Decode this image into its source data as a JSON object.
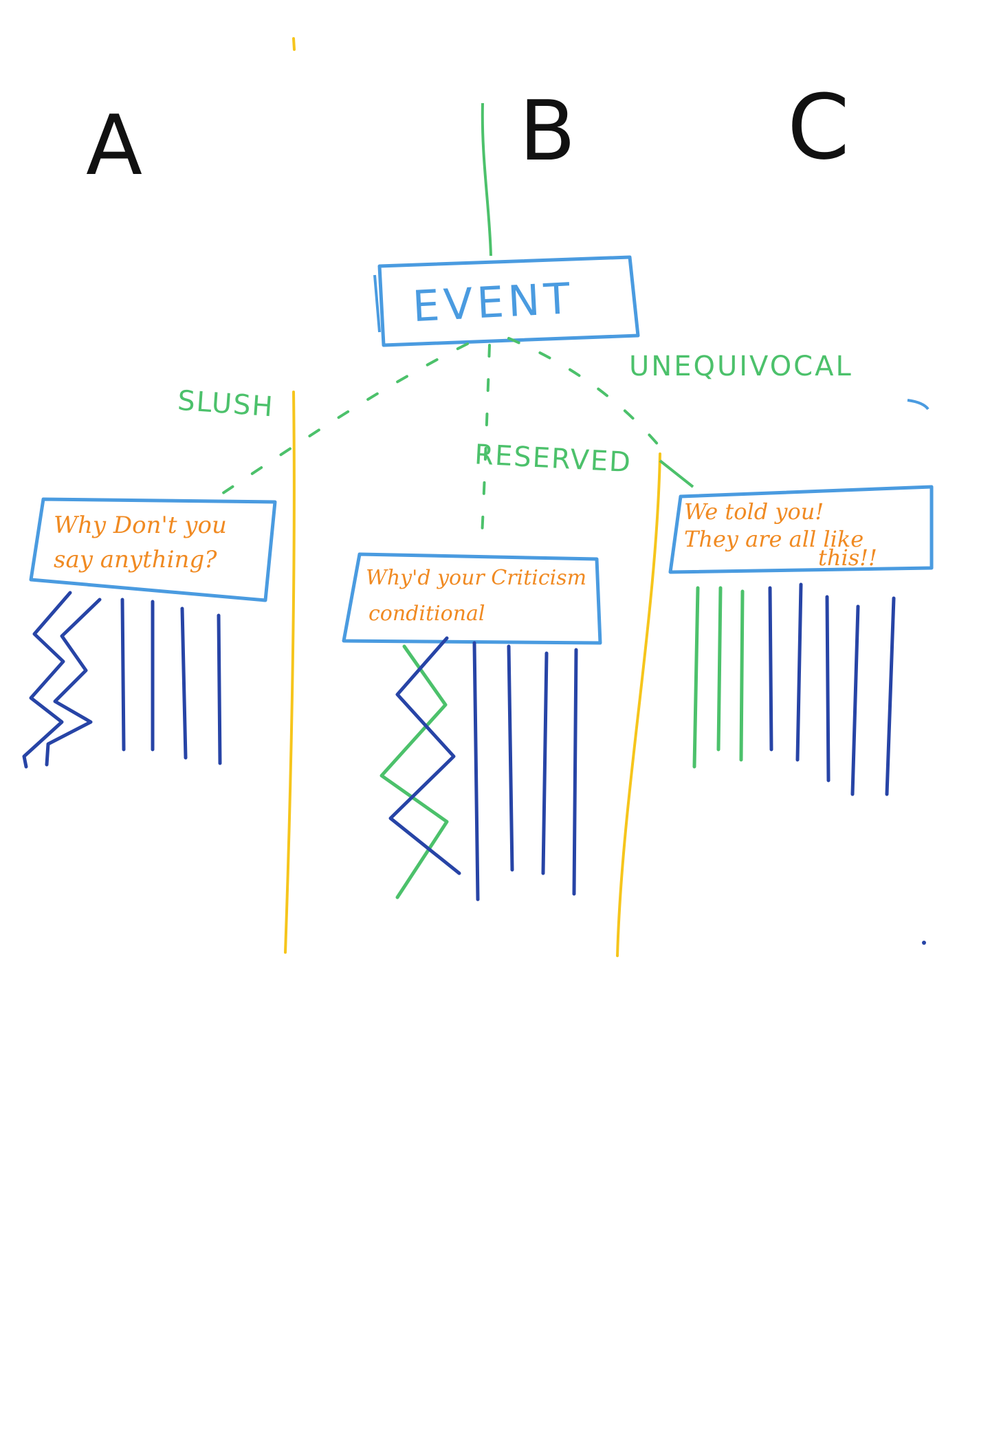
{
  "columns": [
    {
      "key": "A",
      "label": "A"
    },
    {
      "key": "B",
      "label": "B"
    },
    {
      "key": "C",
      "label": "C"
    }
  ],
  "event": {
    "label": "EVENT"
  },
  "branches": {
    "left": "SLUSH",
    "middle": "RESERVED",
    "right": "UNEQUIVOCAL"
  },
  "notes": {
    "a_line1": "Why Don't you",
    "a_line2": "say anything?",
    "b_line1": "Why'd your Criticism",
    "b_line2": "conditional",
    "c_line1": "We told you!",
    "c_line2": "They are all like",
    "c_line3": "this!!"
  },
  "colors": {
    "ink": "#111111",
    "box": "#4a9be0",
    "branch": "#4cc16b",
    "note": "#f08a22",
    "divider": "#f6c51c",
    "stroke_blue": "#2744a6",
    "stroke_green": "#4cc16b"
  }
}
